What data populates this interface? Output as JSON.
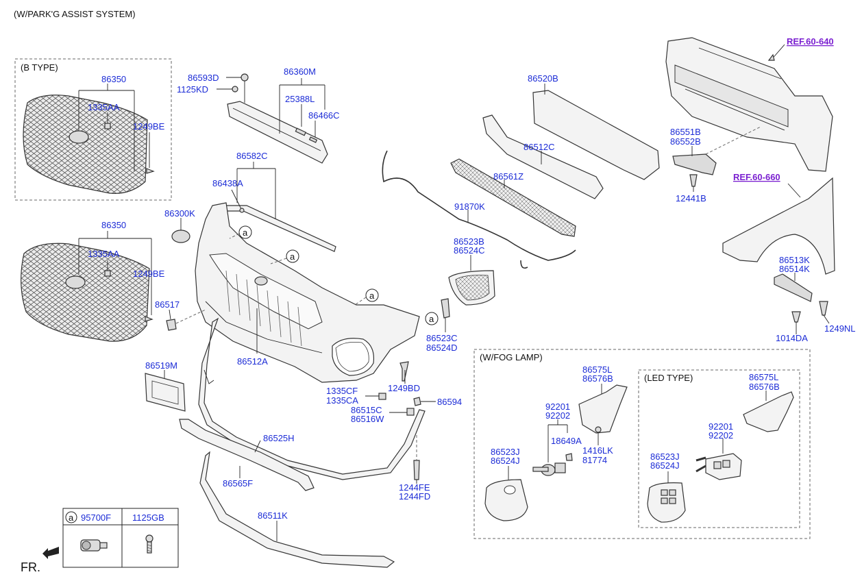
{
  "header": {
    "title": "(W/PARK'G ASSIST SYSTEM)"
  },
  "groups": {
    "b_type": "(B TYPE)",
    "fog_lamp": "(W/FOG LAMP)",
    "led_type": "(LED TYPE)"
  },
  "refs": {
    "ref1": "REF.60-640",
    "ref2": "REF.60-660"
  },
  "labels": {
    "p86350a": "86350",
    "p1335aa_a": "1335AA",
    "p1249be_a": "1249BE",
    "p86350b": "86350",
    "p1335aa_b": "1335AA",
    "p1249be_b": "1249BE",
    "p86593d": "86593D",
    "p1125kd": "1125KD",
    "p86360m": "86360M",
    "p25388l": "25388L",
    "p86466c": "86466C",
    "p86582c": "86582C",
    "p86438a": "86438A",
    "p86300k": "86300K",
    "p86517": "86517",
    "p86519m": "86519M",
    "p86512a": "86512A",
    "p86520b": "86520B",
    "p86512c": "86512C",
    "p86561z": "86561Z",
    "p91870k": "91870K",
    "p86523b": "86523B",
    "p86524c": "86524C",
    "p86523c": "86523C",
    "p86524d": "86524D",
    "p86551b": "86551B",
    "p86552b": "86552B",
    "p12441b": "12441B",
    "p86513k": "86513K",
    "p86514k": "86514K",
    "p1249nl": "1249NL",
    "p1014da": "1014DA",
    "p1249bd": "1249BD",
    "p1335cf": "1335CF",
    "p1335ca": "1335CA",
    "p86594": "86594",
    "p86515c": "86515C",
    "p86516w": "86516W",
    "p86525h": "86525H",
    "p86565f": "86565F",
    "p1244fe": "1244FE",
    "p1244fd": "1244FD",
    "p86511k": "86511K",
    "p86575l_a": "86575L",
    "p86576b_a": "86576B",
    "p92201_a": "92201",
    "p92202_a": "92202",
    "p18649a": "18649A",
    "p1416lk": "1416LK",
    "p81774": "81774",
    "p86523j_a": "86523J",
    "p86524j_a": "86524J",
    "p86575l_b": "86575L",
    "p86576b_b": "86576B",
    "p92201_b": "92201",
    "p92202_b": "92202",
    "p86523j_b": "86523J",
    "p86524j_b": "86524J"
  },
  "legend": {
    "marker": "a",
    "col1": "95700F",
    "col2": "1125GB"
  },
  "callout_marker": "a",
  "footer": {
    "fr": "FR."
  }
}
